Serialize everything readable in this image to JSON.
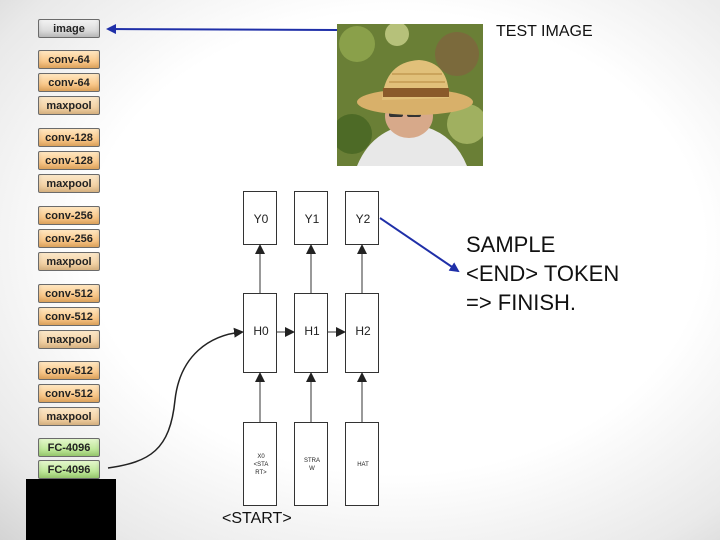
{
  "cnn": {
    "layers": [
      {
        "label": "image",
        "kind": "image"
      },
      {
        "label": "conv-64",
        "kind": "conv"
      },
      {
        "label": "conv-64",
        "kind": "conv"
      },
      {
        "label": "maxpool",
        "kind": "pool"
      },
      {
        "label": "conv-128",
        "kind": "conv"
      },
      {
        "label": "conv-128",
        "kind": "conv"
      },
      {
        "label": "maxpool",
        "kind": "pool"
      },
      {
        "label": "conv-256",
        "kind": "conv"
      },
      {
        "label": "conv-256",
        "kind": "conv"
      },
      {
        "label": "maxpool",
        "kind": "pool"
      },
      {
        "label": "conv-512",
        "kind": "conv"
      },
      {
        "label": "conv-512",
        "kind": "conv"
      },
      {
        "label": "maxpool",
        "kind": "pool"
      },
      {
        "label": "conv-512",
        "kind": "conv"
      },
      {
        "label": "conv-512",
        "kind": "conv"
      },
      {
        "label": "maxpool",
        "kind": "pool"
      },
      {
        "label": "FC-4096",
        "kind": "fc"
      },
      {
        "label": "FC-4096",
        "kind": "fc"
      }
    ]
  },
  "test_image_label": "TEST IMAGE",
  "sample_label": "SAMPLE\n<END> TOKEN\n=> FINISH.",
  "start_label": "<START>",
  "rnn": {
    "outputs": [
      "Y0",
      "Y1",
      "Y2"
    ],
    "hidden": [
      "H0",
      "H1",
      "H2"
    ],
    "inputs": [
      "X0\n<STA\nRT>",
      "STRA\nW",
      "HAT"
    ]
  },
  "colors": {
    "arrow_blue": "#1f2fa8",
    "arrow_dark": "#222222",
    "layer_border": "#6b6b6b"
  }
}
